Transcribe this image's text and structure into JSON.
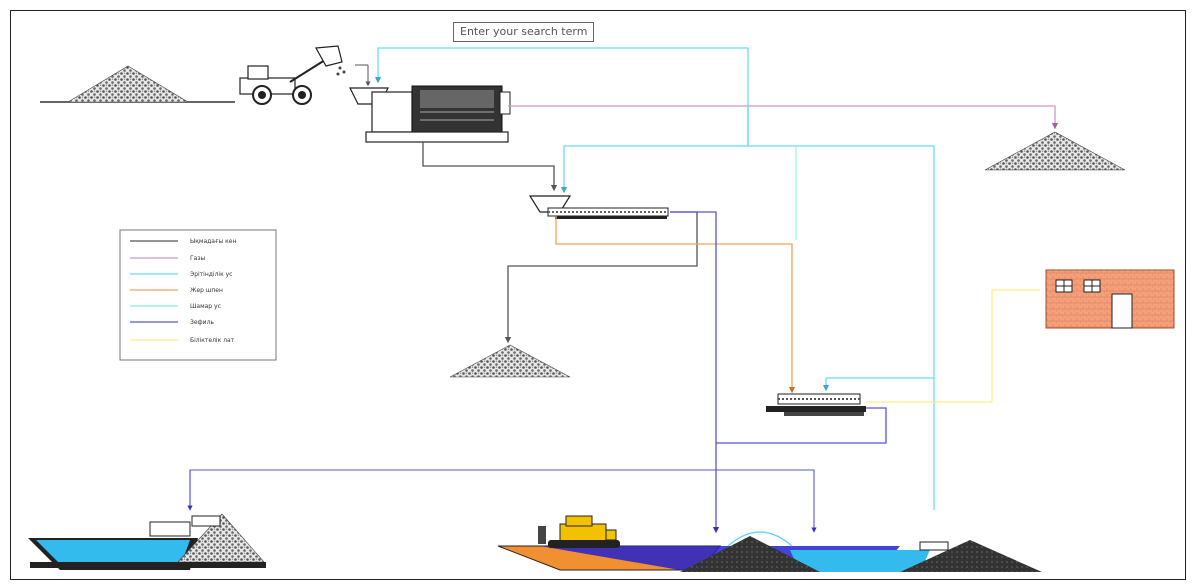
{
  "search": {
    "placeholder": "Enter your search term"
  },
  "legend": {
    "items": [
      {
        "label": "Ықмадағы кен",
        "color": "#555555"
      },
      {
        "label": "Газы",
        "color": "#cc99cc"
      },
      {
        "label": "Эрітінділік ус",
        "color": "#66ddee"
      },
      {
        "label": "Жер шпен",
        "color": "#f0a060"
      },
      {
        "label": "Шамар ус",
        "color": "#88eedd"
      },
      {
        "label": "Зефиль",
        "color": "#5555dd"
      },
      {
        "label": "Біліктелік лат",
        "color": "#ffee88"
      }
    ]
  },
  "colors": {
    "ore_line": "#555555",
    "purple_line": "#cc99cc",
    "cyan_line": "#77e0f0",
    "orange_line": "#f0a060",
    "blue_line": "#5555dd",
    "yellow_line": "#ffee88",
    "pond_water": "#33bbee",
    "building": "#f4a07a",
    "gravel": "#555555"
  },
  "icons": {
    "loader": "wheel-loader-icon",
    "crusher": "crusher-icon",
    "screen": "vibrating-screen-icon",
    "dozer": "bulldozer-icon",
    "building": "building-icon"
  }
}
